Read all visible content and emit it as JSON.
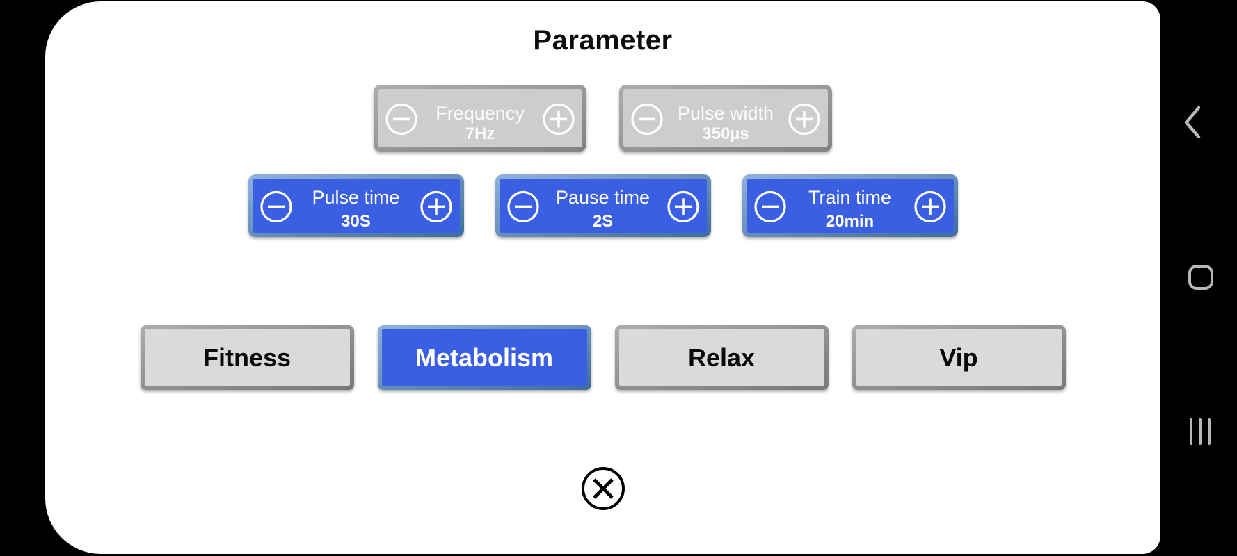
{
  "page_title": "Parameter",
  "params": {
    "disabled": [
      {
        "label": "Frequency",
        "value": "7Hz",
        "enabled": false
      },
      {
        "label": "Pulse width",
        "value": "350µs",
        "enabled": false
      }
    ],
    "active": [
      {
        "label": "Pulse time",
        "value": "30S",
        "enabled": true
      },
      {
        "label": "Pause time",
        "value": "2S",
        "enabled": true
      },
      {
        "label": "Train time",
        "value": "20min",
        "enabled": true
      }
    ]
  },
  "modes": [
    {
      "label": "Fitness",
      "selected": false
    },
    {
      "label": "Metabolism",
      "selected": true
    },
    {
      "label": "Relax",
      "selected": false
    },
    {
      "label": "Vip",
      "selected": false
    }
  ],
  "icons": {
    "minus": "minus-circle-icon",
    "plus": "plus-circle-icon",
    "close": "close-x-circle-icon",
    "nav_back": "back-chevron-icon",
    "nav_home": "home-outline-icon",
    "nav_recents": "recent-apps-icon"
  },
  "colors": {
    "screen_bg": "#000000",
    "panel_bg": "#ffffff",
    "accent_blue": "#3b5fe2",
    "bevel_blue_light": "#8fb2dd",
    "bevel_blue_dark": "#3e6e9b",
    "disabled_fill": "#cdcdcd",
    "disabled_bevel_light": "#adadad",
    "disabled_bevel_dark": "#838383",
    "mode_fill": "#dadada",
    "mode_bevel_light": "#acacac",
    "mode_bevel_dark": "#787878",
    "nav_icon": "#b8b8b8"
  }
}
